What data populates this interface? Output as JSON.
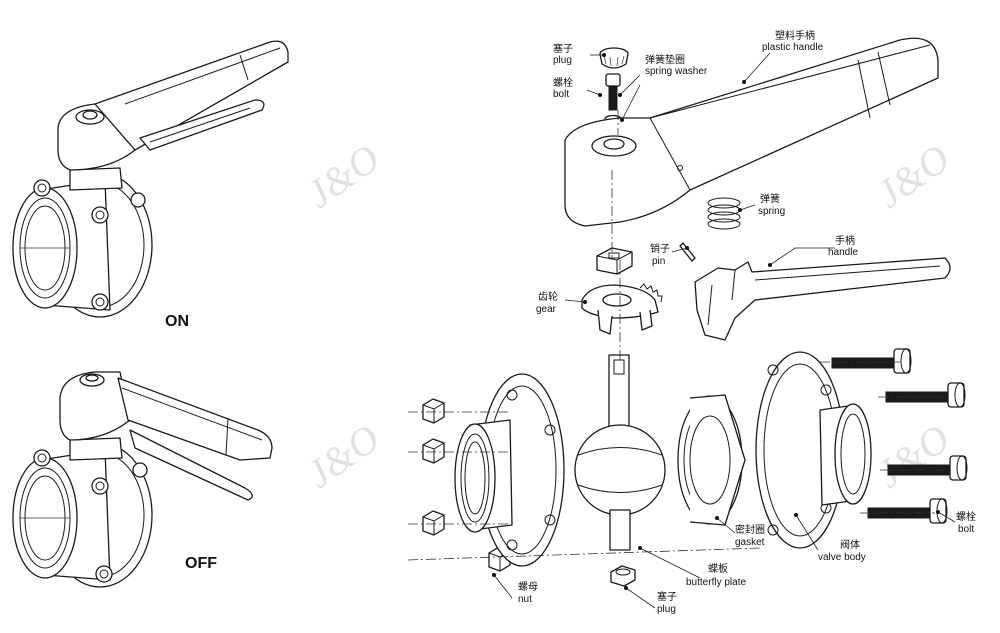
{
  "watermark": "J&O",
  "states": {
    "on": "ON",
    "off": "OFF"
  },
  "parts": {
    "plug_top": {
      "cn": "塞子",
      "en": "plug"
    },
    "spring_washer": {
      "cn": "弹簧垫圈",
      "en": "spring washer"
    },
    "plastic_handle": {
      "cn": "塑料手柄",
      "en": "plastic handle"
    },
    "bolt_top": {
      "cn": "螺栓",
      "en": "bolt"
    },
    "spring": {
      "cn": "弹簧",
      "en": "spring"
    },
    "handle": {
      "cn": "手柄",
      "en": "handle"
    },
    "pin": {
      "cn": "销子",
      "en": "pin"
    },
    "gear": {
      "cn": "齿轮",
      "en": "gear"
    },
    "gasket": {
      "cn": "密封圈",
      "en": "gasket"
    },
    "valve_body": {
      "cn": "阀体",
      "en": "valve body"
    },
    "bolt_right": {
      "cn": "螺栓",
      "en": "bolt"
    },
    "butterfly_plate": {
      "cn": "蝶板",
      "en": "butterfly plate"
    },
    "nut": {
      "cn": "螺母",
      "en": "nut"
    },
    "plug_bottom": {
      "cn": "塞子",
      "en": "plug"
    }
  }
}
